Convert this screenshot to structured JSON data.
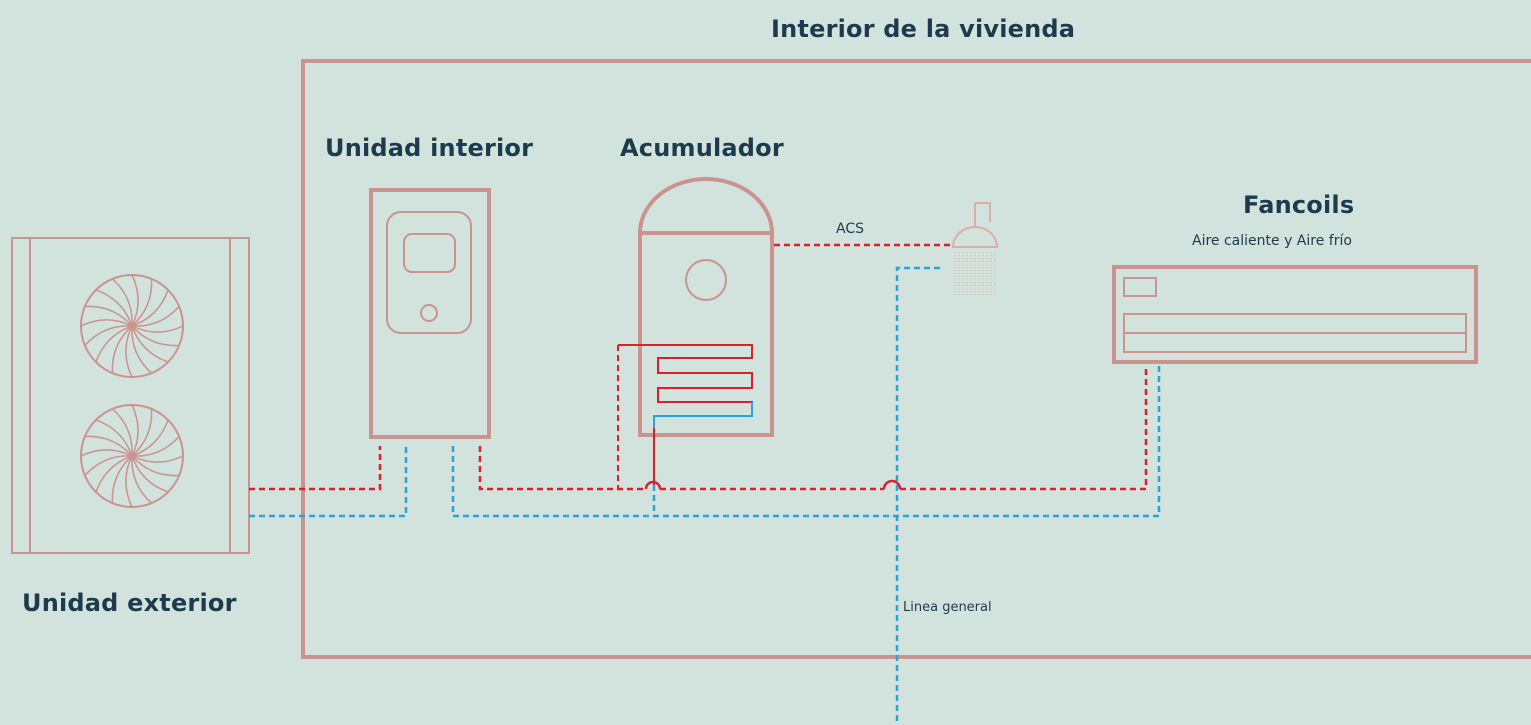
{
  "labels": {
    "house_title": "Interior de la vivienda",
    "indoor_unit": "Unidad interior",
    "accumulator": "Acumulador",
    "fancoils": "Fancoils",
    "fancoils_sub": "Aire caliente y Aire frío",
    "acs": "ACS",
    "outdoor_unit": "Unidad exterior",
    "main_line": "Linea general"
  },
  "colors": {
    "background": "#d2e2dc",
    "outline": "#c9938f",
    "hot_line": "#d8202f",
    "cold_line": "#2da1dc",
    "text": "#1e3b4d"
  }
}
